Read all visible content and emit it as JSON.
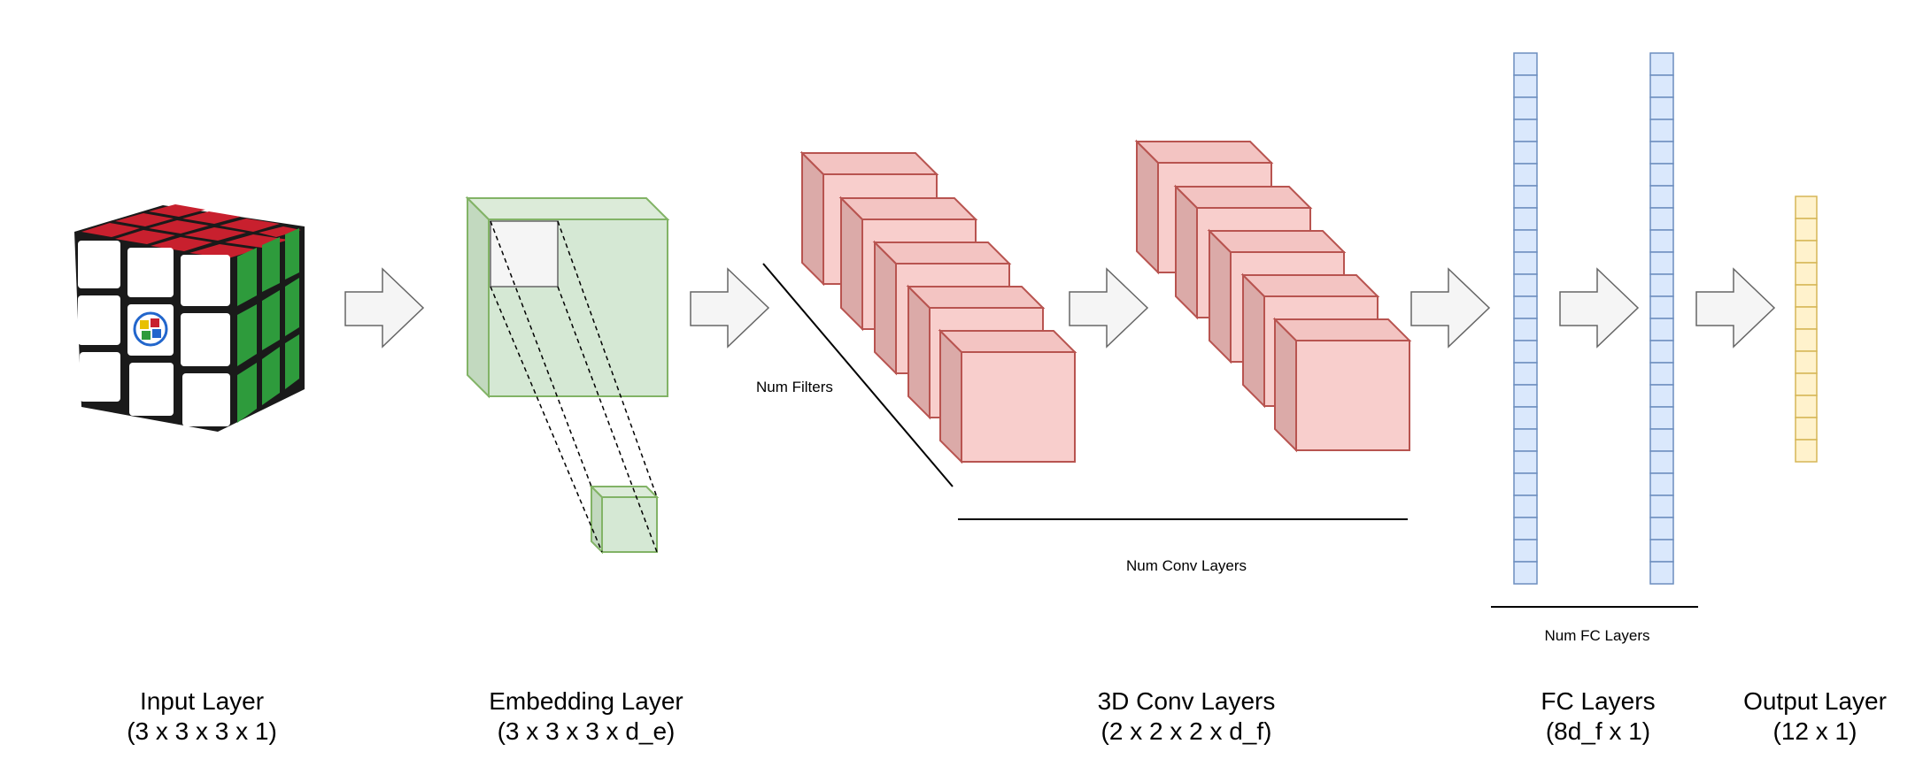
{
  "layers": [
    {
      "name": "Input Layer",
      "shape": "(3 x 3 x 3 x 1)"
    },
    {
      "name": "Embedding Layer",
      "shape": "(3 x 3 x 3 x d_e)"
    },
    {
      "name": "3D Conv Layers",
      "shape": "(2 x 2 x 2 x d_f)"
    },
    {
      "name": "FC Layers",
      "shape": "(8d_f x 1)"
    },
    {
      "name": "Output Layer",
      "shape": "(12 x 1)"
    }
  ],
  "annotations": {
    "num_filters": "Num Filters",
    "num_conv_layers": "Num Conv Layers",
    "num_fc_layers": "Num FC Layers"
  },
  "colors": {
    "cube_red": "#c8202e",
    "cube_green": "#2e9b3c",
    "cube_white": "#ffffff",
    "cube_body": "#1a1a1a",
    "embed_fill": "#d5e8d4",
    "embed_stroke": "#82b366",
    "conv_fill": "#f8cecc",
    "conv_stroke": "#b85450",
    "fc_fill": "#dae8fc",
    "fc_stroke": "#6c8ebf",
    "out_fill": "#fff2cc",
    "out_stroke": "#d6b656",
    "arrow_fill": "#f5f5f5",
    "arrow_stroke": "#666666"
  },
  "icons": [
    "rubiks-cube-icon",
    "cube-logo-icon"
  ]
}
